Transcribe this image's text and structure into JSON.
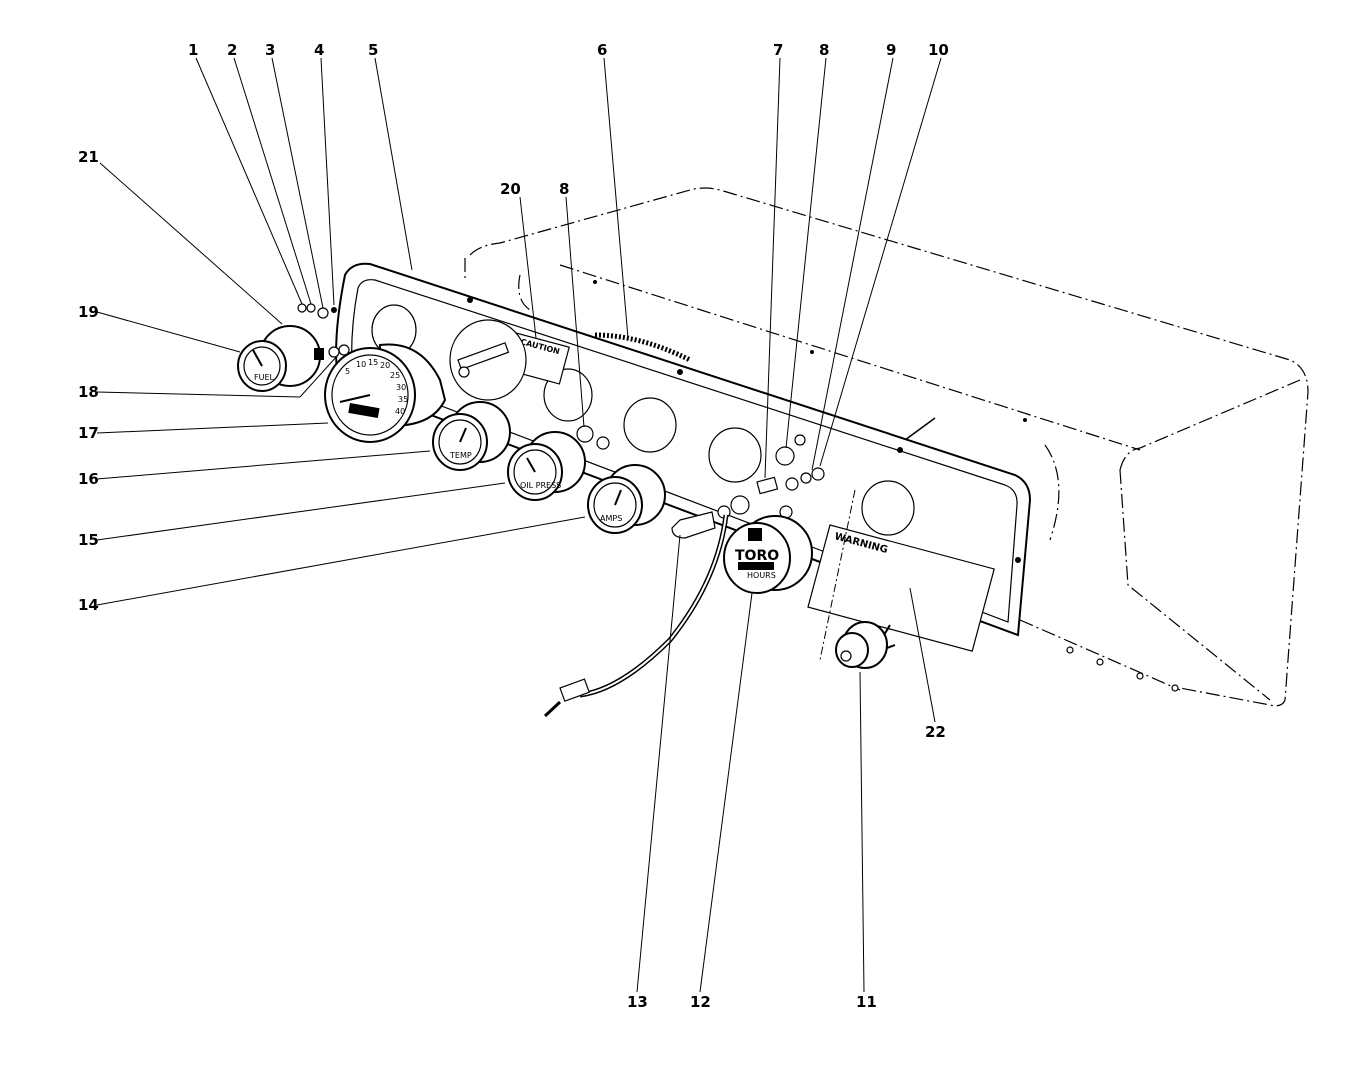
{
  "callouts": [
    {
      "id": "1",
      "label": "1"
    },
    {
      "id": "2",
      "label": "2"
    },
    {
      "id": "3",
      "label": "3"
    },
    {
      "id": "4",
      "label": "4"
    },
    {
      "id": "5",
      "label": "5"
    },
    {
      "id": "6",
      "label": "6"
    },
    {
      "id": "7",
      "label": "7"
    },
    {
      "id": "8a",
      "label": "8"
    },
    {
      "id": "9",
      "label": "9"
    },
    {
      "id": "10",
      "label": "10"
    },
    {
      "id": "21",
      "label": "21"
    },
    {
      "id": "20",
      "label": "20"
    },
    {
      "id": "8b",
      "label": "8"
    },
    {
      "id": "19",
      "label": "19"
    },
    {
      "id": "18",
      "label": "18"
    },
    {
      "id": "17",
      "label": "17"
    },
    {
      "id": "16",
      "label": "16"
    },
    {
      "id": "15",
      "label": "15"
    },
    {
      "id": "14",
      "label": "14"
    },
    {
      "id": "22",
      "label": "22"
    },
    {
      "id": "13",
      "label": "13"
    },
    {
      "id": "12",
      "label": "12"
    },
    {
      "id": "11",
      "label": "11"
    }
  ],
  "decals": {
    "caution": "CAUTION",
    "warning": "WARNING"
  },
  "gauges": {
    "speedometer_ticks": [
      "5",
      "10",
      "15",
      "20",
      "25",
      "30",
      "35",
      "40"
    ],
    "temp_label": "TEMP",
    "oil_label": "OIL PRESS",
    "fuel_label": "FUEL",
    "ammeter_label": "AMPS",
    "hourmeter_brand": "TORO",
    "hourmeter_sub": "HOURS"
  }
}
